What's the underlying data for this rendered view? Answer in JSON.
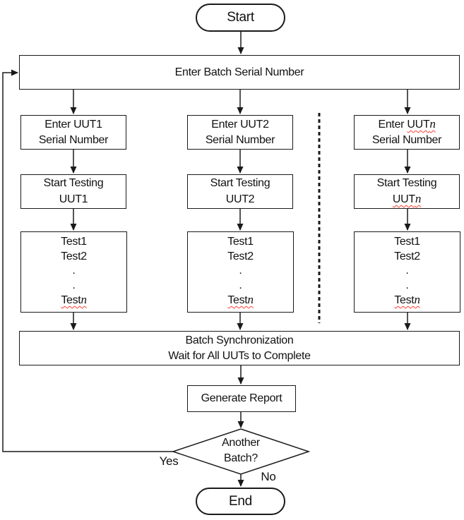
{
  "colors": {
    "background": "#ffffff",
    "line": "#1a1a1a",
    "text": "#111111",
    "spellcheck_squiggle": "#ff3b30"
  },
  "flow": {
    "start_label": "Start",
    "enter_batch_label": "Enter Batch Serial Number",
    "columns": [
      {
        "enter_prefix": "Enter ",
        "unit": "UUT1",
        "unit_var": "",
        "serial_label": "Serial Number",
        "start_testing_label": "Start Testing",
        "test_lines": [
          "Test1",
          "Test2",
          ".",
          "."
        ],
        "test_last_prefix": "Test",
        "test_last_var": "n"
      },
      {
        "enter_prefix": "Enter ",
        "unit": "UUT2",
        "unit_var": "",
        "serial_label": "Serial Number",
        "start_testing_label": "Start Testing",
        "test_lines": [
          "Test1",
          "Test2",
          ".",
          "."
        ],
        "test_last_prefix": "Test",
        "test_last_var": "n"
      },
      {
        "enter_prefix": "Enter ",
        "unit": "UUT",
        "unit_var": "n",
        "serial_label": "Serial Number",
        "start_testing_label": "Start Testing",
        "test_lines": [
          "Test1",
          "Test2",
          ".",
          "."
        ],
        "test_last_prefix": "Test",
        "test_last_var": "n"
      }
    ],
    "sync_line1": "Batch Synchronization",
    "sync_line2": "Wait for All UUTs to Complete",
    "report_label": "Generate Report",
    "decision_line1": "Another",
    "decision_line2": "Batch?",
    "yes_label": "Yes",
    "no_label": "No",
    "end_label": "End"
  }
}
